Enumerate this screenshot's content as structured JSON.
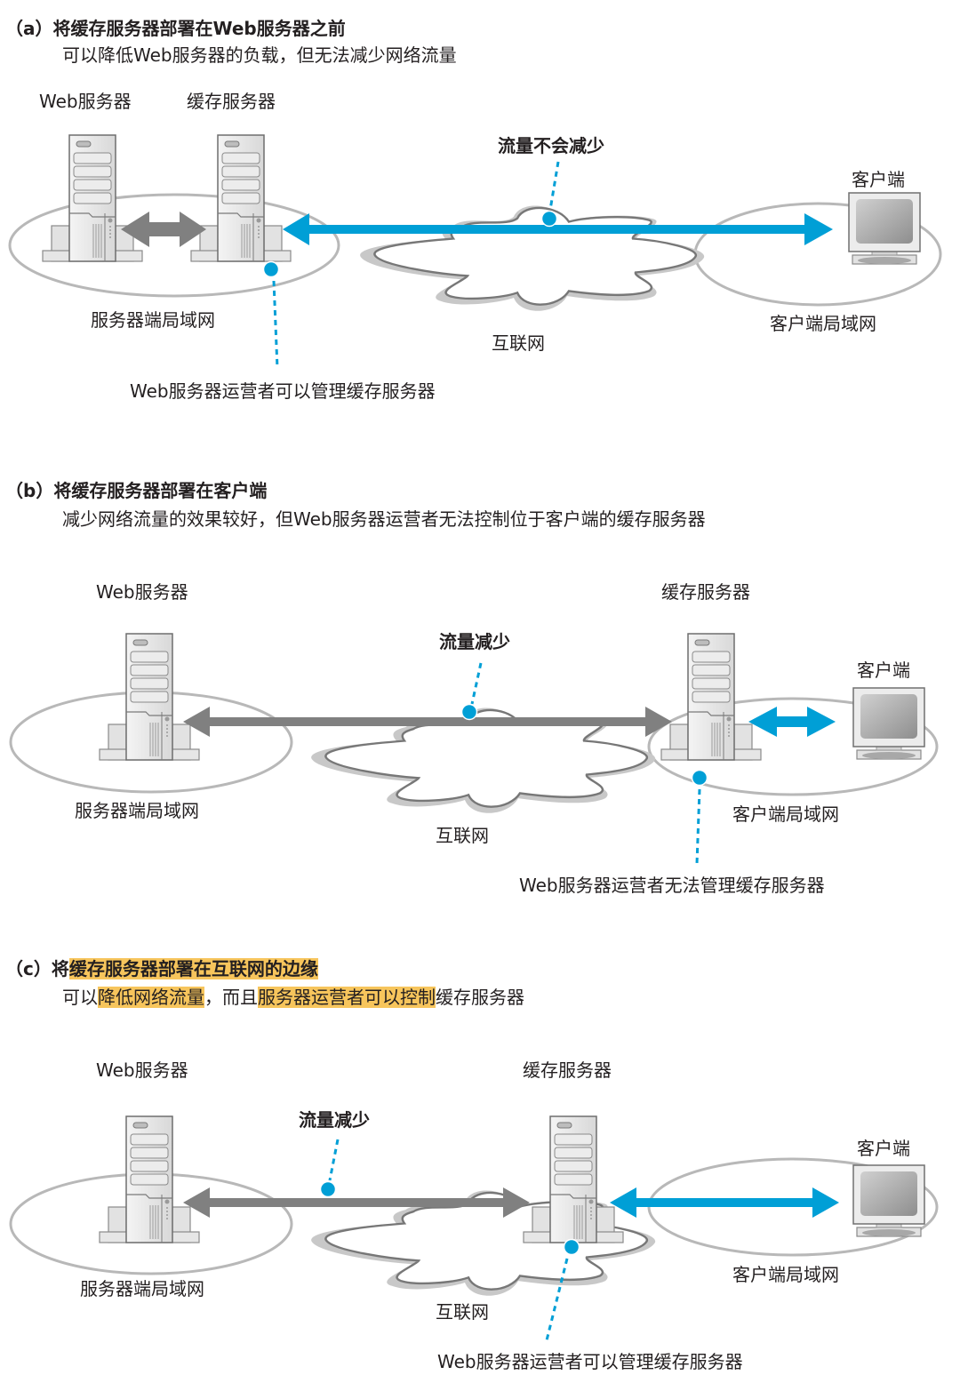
{
  "colors": {
    "blue": "#009fd6",
    "gray_arrow": "#808080",
    "lan_stroke": "#b8b8b8",
    "cloud_shadow": "#c8c8c8",
    "cloud_stroke": "#777777",
    "highlight": "#f7c55c"
  },
  "sections": {
    "a": {
      "title": "（a）将缓存服务器部署在Web服务器之前",
      "subtitle": "可以降低Web服务器的负载，但无法减少网络流量",
      "web_server_label": "Web服务器",
      "cache_server_label": "缓存服务器",
      "client_label": "客户端",
      "traffic_note": "流量不会减少",
      "server_lan_label": "服务器端局域网",
      "internet_label": "互联网",
      "client_lan_label": "客户端局域网",
      "operator_note": "Web服务器运营者可以管理缓存服务器"
    },
    "b": {
      "title": "（b）将缓存服务器部署在客户端",
      "subtitle": "减少网络流量的效果较好，但Web服务器运营者无法控制位于客户端的缓存服务器",
      "web_server_label": "Web服务器",
      "cache_server_label": "缓存服务器",
      "client_label": "客户端",
      "traffic_note": "流量减少",
      "server_lan_label": "服务器端局域网",
      "internet_label": "互联网",
      "client_lan_label": "客户端局域网",
      "operator_note": "Web服务器运营者无法管理缓存服务器"
    },
    "c": {
      "title_prefix": "（c）将",
      "title_highlight": "缓存服务器部署在互联网的边缘",
      "subtitle_part1": "可以",
      "subtitle_hl1": "降低网络流量",
      "subtitle_part2": "，而且",
      "subtitle_hl2": "服务器运营者可以控制",
      "subtitle_part3": "缓存服务器",
      "web_server_label": "Web服务器",
      "cache_server_label": "缓存服务器",
      "client_label": "客户端",
      "traffic_note": "流量减少",
      "server_lan_label": "服务器端局域网",
      "internet_label": "互联网",
      "client_lan_label": "客户端局域网",
      "operator_note": "Web服务器运营者可以管理缓存服务器"
    }
  }
}
